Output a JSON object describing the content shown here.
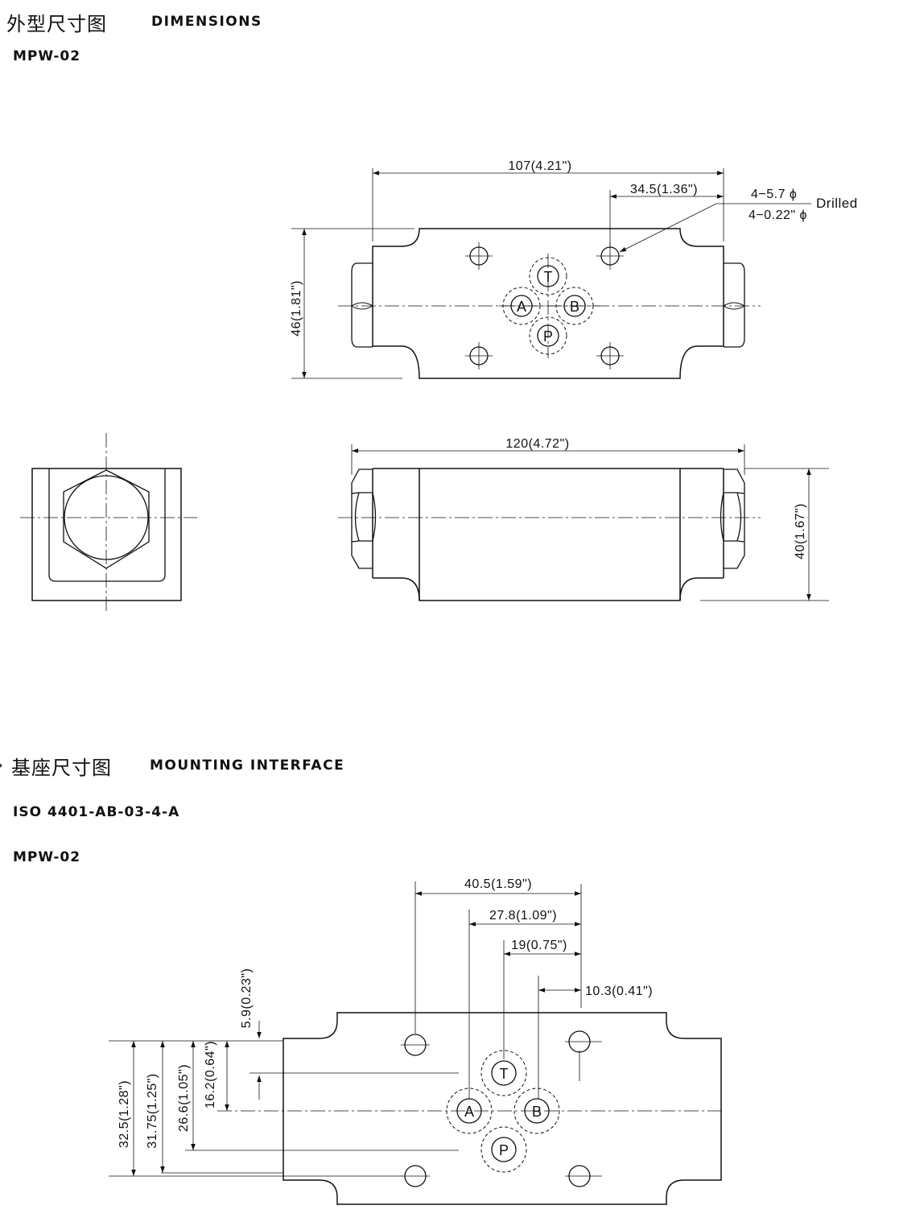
{
  "sections": {
    "dimensions": {
      "title_cn": "外型尺寸图",
      "title_en": "DIMENSIONS",
      "model": "MPW-02",
      "dims": {
        "top_length": "107(4.21\")",
        "hole_offset": "34.5(1.36\")",
        "hole_spec_mm": "4−5.7 ϕ",
        "hole_spec_in": "4−0.22\" ϕ",
        "hole_note": "Drilled",
        "height": "46(1.81\")",
        "side_length": "120(4.72\")",
        "side_height": "40(1.67\")"
      },
      "ports": {
        "t": "T",
        "a": "A",
        "b": "B",
        "p": "P"
      }
    },
    "mounting": {
      "title_cn": "基座尺寸图",
      "title_en": "MOUNTING INTERFACE",
      "standard": "ISO 4401-AB-03-4-A",
      "model": "MPW-02",
      "dims": {
        "d1": "40.5(1.59\")",
        "d2": "27.8(1.09\")",
        "d3": "19(0.75\")",
        "d4": "10.3(0.41\")",
        "v1": "5.9(0.23\")",
        "v2": "32.5(1.28\")",
        "v3": "31.75(1.25\")",
        "v4": "26.6(1.05\")",
        "v5": "16.2(0.64\")"
      },
      "ports": {
        "t": "T",
        "a": "A",
        "b": "B",
        "p": "P"
      }
    }
  }
}
